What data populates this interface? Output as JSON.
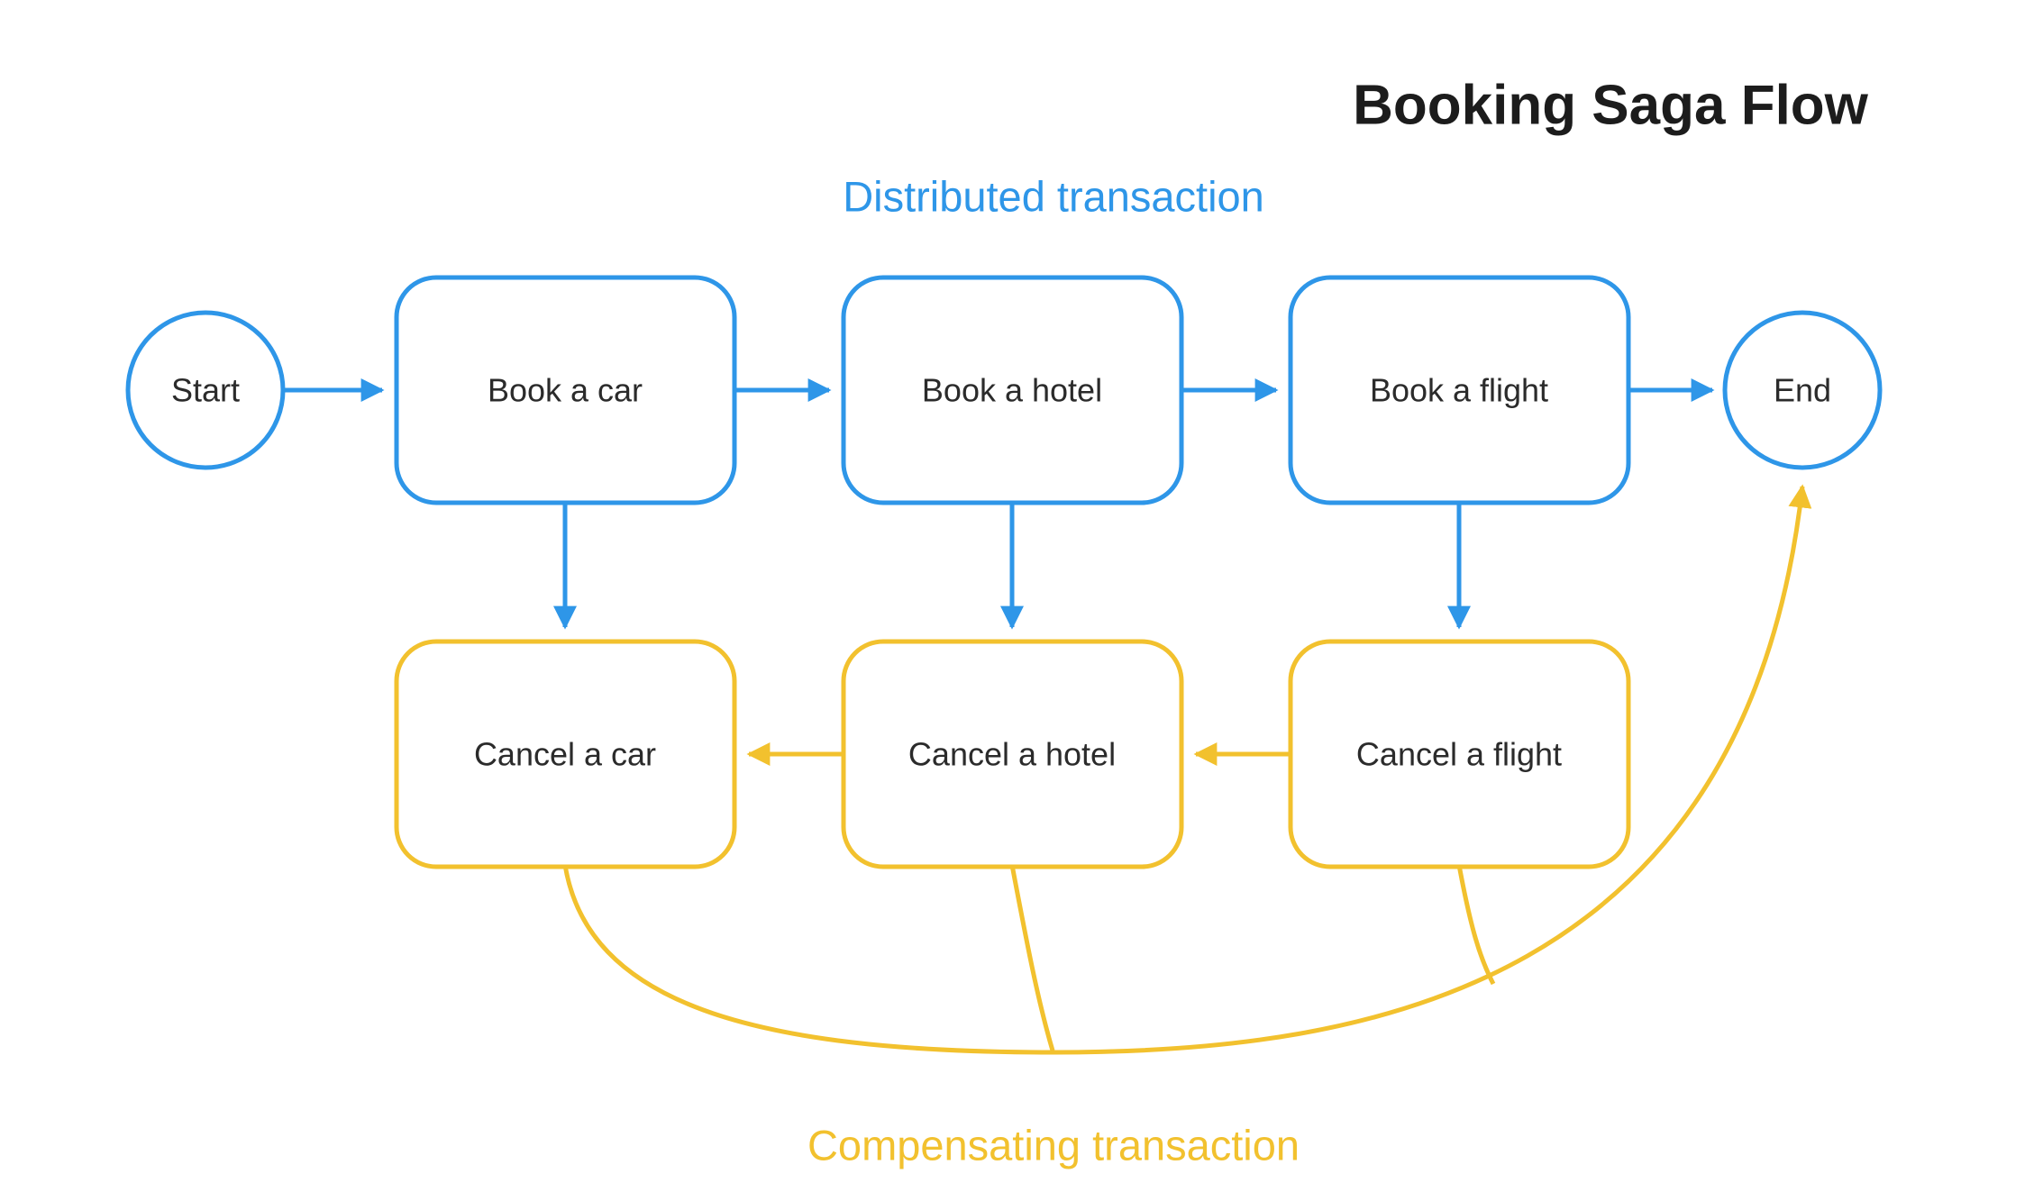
{
  "title": "Booking Saga Flow",
  "colors": {
    "blue": "#2E96E8",
    "yellow": "#F2C12E",
    "ink": "#1c1c1c"
  },
  "sections": {
    "distributed": "Distributed transaction",
    "compensating": "Compensating transaction"
  },
  "nodes": {
    "start": "Start",
    "end": "End",
    "book_car": "Book a car",
    "book_hotel": "Book a hotel",
    "book_flight": "Book a flight",
    "cancel_car": "Cancel a car",
    "cancel_hotel": "Cancel a hotel",
    "cancel_flight": "Cancel a flight"
  }
}
